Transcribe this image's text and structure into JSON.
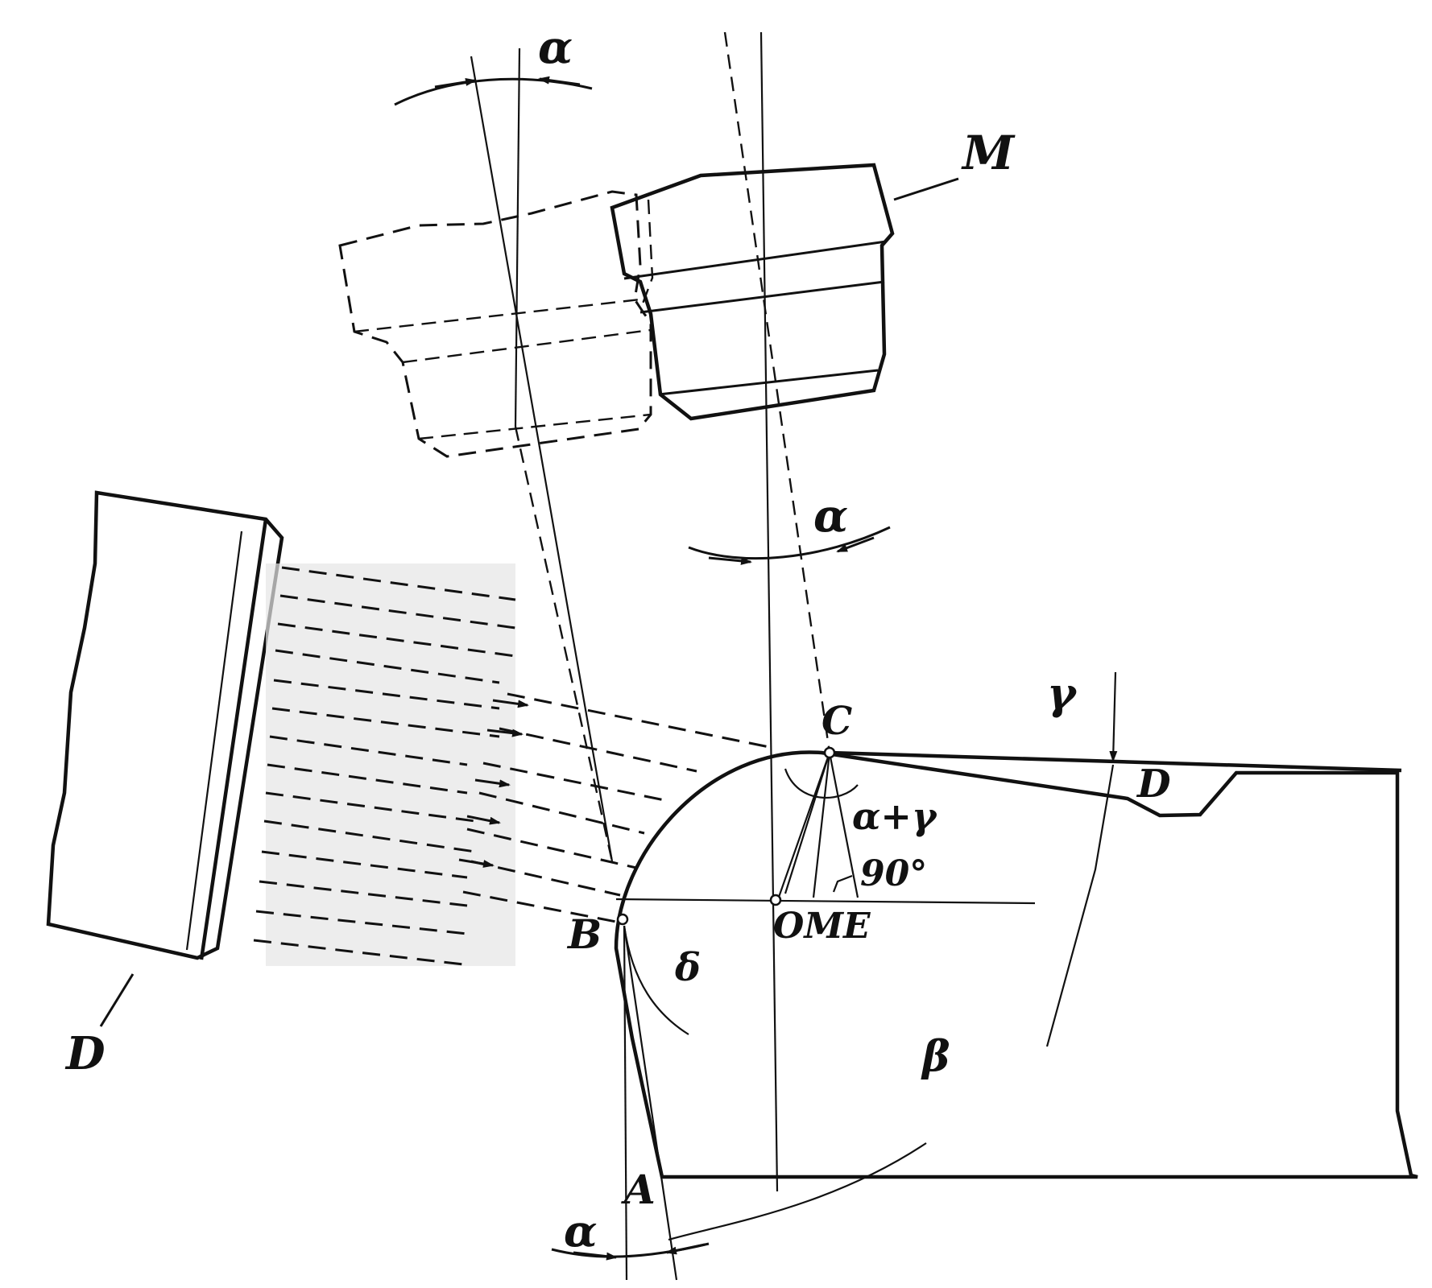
{
  "diagram": {
    "labels": {
      "alpha_top": "α",
      "alpha_mid": "α",
      "alpha_bottom": "α",
      "M": "M",
      "C": "C",
      "D_slot": "D",
      "D_bottom": "D",
      "B": "B",
      "OME": "OME",
      "alpha_plus_gamma": "α+γ",
      "angle_90": "90°",
      "gamma": "γ",
      "delta": "δ",
      "beta": "β",
      "A": "A"
    },
    "colors": {
      "ink": "#111111",
      "part_fill": "#e6e6e6",
      "hatch": "#222222",
      "paper": "#ffffff"
    }
  }
}
